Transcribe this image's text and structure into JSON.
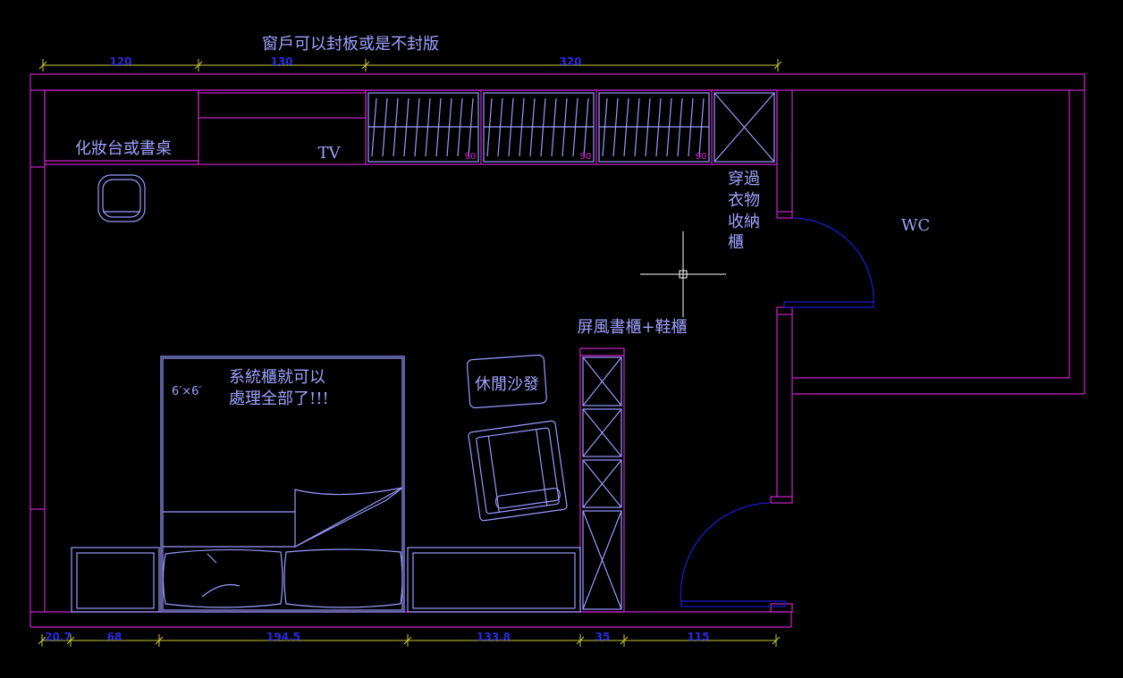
{
  "plan": {
    "window_note": "窗戶可以封板或是不封版",
    "vanity_label": "化妝台或書桌",
    "tv_label": "TV",
    "wardrobe_label_lines": [
      "穿過",
      "衣物",
      "收納",
      "櫃"
    ],
    "wc_label": "WC",
    "screen_cabinet_label": "屏風書櫃+鞋櫃",
    "system_cabinet_lines": [
      "系統櫃就可以",
      "處理全部了!!!"
    ],
    "bed_size": "6′×6′",
    "sofa_label": "休閒沙發",
    "closet_depths": [
      "90",
      "90",
      "90"
    ]
  },
  "dimensions": {
    "top": [
      "120",
      "130",
      "320"
    ],
    "bottom": [
      "20.7",
      "68",
      "194.5",
      "133.8",
      "35",
      "115"
    ]
  },
  "colors": {
    "background": "#000000",
    "walls": "#cc22cc",
    "furniture": "#9a9aff",
    "doors": "#1a1acc",
    "dimension_lines": "#cccc33",
    "dimension_text": "#2a2ae0"
  }
}
